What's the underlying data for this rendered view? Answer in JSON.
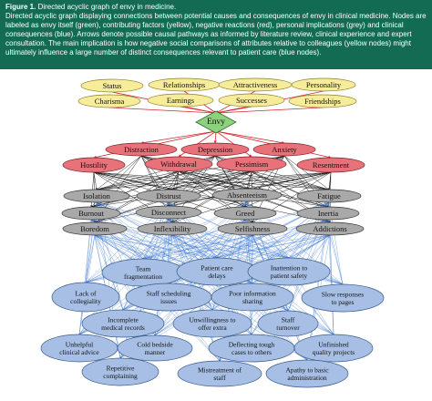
{
  "figure": {
    "label": "Figure 1.",
    "title": "Directed acyclic graph of envy in medicine.",
    "description": "Directed acyclic graph displaying connections between potential causes and consequences of envy in clinical medicine. Nodes are labeled as envy itself (green), contributing factors (yellow), negative reactions (red), personal implications (grey) and clinical consequences (blue). Arrows denote possible causal pathways as informed by literature review, clinical experience and expert consultation. The main implication is how negative social comparisons of attributes relative to colleagues (yellow nodes) might ultimately influence a large number of distinct consequences relevant to patient care (blue nodes)."
  },
  "colors": {
    "caption_bg": "#146b54",
    "envy": "#8ed17c",
    "contributing": "#f7ec9a",
    "negative": "#e8727a",
    "personal": "#a9a9a9",
    "clinical": "#a7bfe4",
    "edge_red": "#d9252e",
    "edge_black": "#111111",
    "edge_blue": "#2f6fd0"
  },
  "nodes": {
    "envy": {
      "id": "envy",
      "label": "Envy"
    },
    "contributing": [
      {
        "id": "status",
        "label": "Status"
      },
      {
        "id": "relationships",
        "label": "Relationships"
      },
      {
        "id": "attractiveness",
        "label": "Attractiveness"
      },
      {
        "id": "personality",
        "label": "Personality"
      },
      {
        "id": "charisma",
        "label": "Charisma"
      },
      {
        "id": "earnings",
        "label": "Earnings"
      },
      {
        "id": "successes",
        "label": "Successes"
      },
      {
        "id": "friendships",
        "label": "Friendships"
      }
    ],
    "negative": [
      {
        "id": "distraction",
        "label": "Distraction"
      },
      {
        "id": "depression",
        "label": "Depression"
      },
      {
        "id": "anxiety",
        "label": "Anxiety"
      },
      {
        "id": "hostility",
        "label": "Hostility"
      },
      {
        "id": "withdrawal",
        "label": "Withdrawal"
      },
      {
        "id": "pessimism",
        "label": "Pessimism"
      },
      {
        "id": "resentment",
        "label": "Resentment"
      }
    ],
    "personal": [
      {
        "id": "isolation",
        "label": "Isolation"
      },
      {
        "id": "distrust",
        "label": "Distrust"
      },
      {
        "id": "absenteeism",
        "label": "Absenteeism"
      },
      {
        "id": "fatigue",
        "label": "Fatigue"
      },
      {
        "id": "burnout",
        "label": "Burnout"
      },
      {
        "id": "disconnect",
        "label": "Disconnect"
      },
      {
        "id": "greed",
        "label": "Greed"
      },
      {
        "id": "inertia",
        "label": "Inertia"
      },
      {
        "id": "boredom",
        "label": "Boredom"
      },
      {
        "id": "inflexibility",
        "label": "Inflexibility"
      },
      {
        "id": "selfishness",
        "label": "Selfishness"
      },
      {
        "id": "addictions",
        "label": "Addictions"
      }
    ],
    "clinical": [
      {
        "id": "team_fragmentation",
        "label": "Team\nfragmentation"
      },
      {
        "id": "patient_care_delays",
        "label": "Patient care\ndelays"
      },
      {
        "id": "inattention",
        "label": "Inattention to\npatient safety"
      },
      {
        "id": "lack_collegiality",
        "label": "Lack of\ncollegiality"
      },
      {
        "id": "staff_scheduling",
        "label": "Staff scheduling\nissues"
      },
      {
        "id": "poor_info_sharing",
        "label": "Poor information\nsharing"
      },
      {
        "id": "slow_responses",
        "label": "Slow responses\nto pages"
      },
      {
        "id": "incomplete_records",
        "label": "Incomplete\nmedical records"
      },
      {
        "id": "unwillingness",
        "label": "Unwillingness to\noffer extra"
      },
      {
        "id": "staff_turnover",
        "label": "Staff\nturnover"
      },
      {
        "id": "unhelpful_advice",
        "label": "Unhelpful\nclinical advice"
      },
      {
        "id": "cold_bedside",
        "label": "Cold bedside\nmanner"
      },
      {
        "id": "deflecting",
        "label": "Deflecting tough\ncases to others"
      },
      {
        "id": "unfinished_projects",
        "label": "Unfinished\nquality projects"
      },
      {
        "id": "repetitive_complaining",
        "label": "Repetitive\ncomplaining"
      },
      {
        "id": "mistreatment",
        "label": "Mistreatment of\nstaff"
      },
      {
        "id": "apathy",
        "label": "Apathy to basic\nadministration"
      }
    ]
  }
}
